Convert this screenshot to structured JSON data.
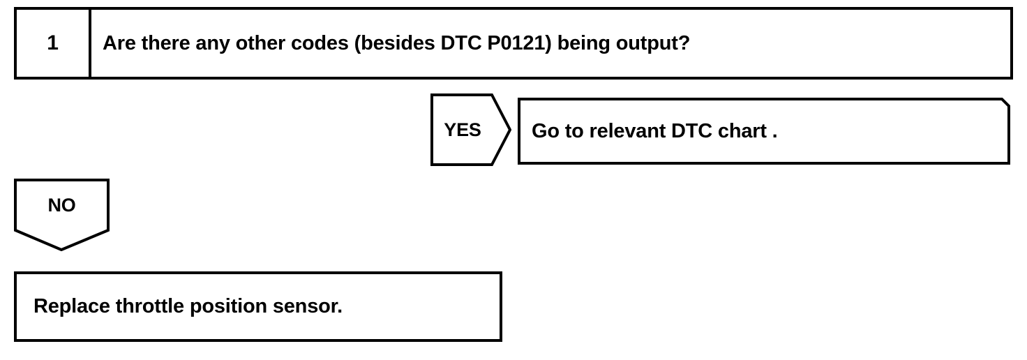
{
  "document": {
    "type": "diagnostic-flowchart",
    "background_color": "#ffffff",
    "line_color": "#000000",
    "text_color": "#000000"
  },
  "step": {
    "number": "1",
    "question": "Are there any other codes (besides DTC P0121) being output?"
  },
  "branches": {
    "yes": {
      "label": "YES",
      "result": "Go to relevant DTC chart ."
    },
    "no": {
      "label": "NO",
      "result": "Replace throttle position sensor."
    }
  }
}
